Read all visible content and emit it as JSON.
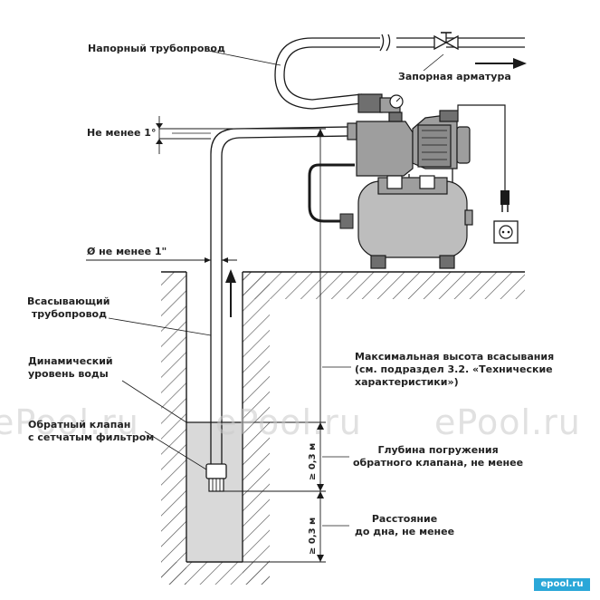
{
  "labels": {
    "pressure_pipe": "Напорный трубопровод",
    "valve": "Запорная арматура",
    "slope": "Не менее 1°",
    "diameter": "Ø не менее 1\"",
    "suction_pipe_line1": "Всасывающий",
    "suction_pipe_line2": "трубопровод",
    "dynamic_level_line1": "Динамический",
    "dynamic_level_line2": "уровень воды",
    "check_valve_line1": "Обратный клапан",
    "check_valve_line2": "с сетчатым фильтром",
    "max_height_line1": "Максимальная высота всасывания",
    "max_height_line2": "(см. подраздел 3.2. «Технические",
    "max_height_line3": "характеристики»)",
    "immersion_line1": "Глубина погружения",
    "immersion_line2": "обратного клапана, не менее",
    "bottom_line1": "Расстояние",
    "bottom_line2": "до дна, не менее",
    "dim_immersion": "≥ 0,3 м",
    "dim_bottom": "≥ 0,3 м"
  },
  "watermark": "ePool.ru",
  "logo": "epool.ru",
  "colors": {
    "line": "#1a1a1a",
    "pump_gray": "#9e9e9e",
    "pump_dark": "#6f6f6f",
    "tank_gray": "#bdbdbd",
    "water": "#d9d9d9",
    "logo_bg": "#2aa7d8"
  },
  "icons": [
    "pump-icon",
    "pressure-tank-icon",
    "pressure-gauge-icon",
    "gate-valve-icon",
    "power-plug-icon",
    "wall-socket-icon",
    "check-valve-icon",
    "flow-arrow-icon"
  ]
}
